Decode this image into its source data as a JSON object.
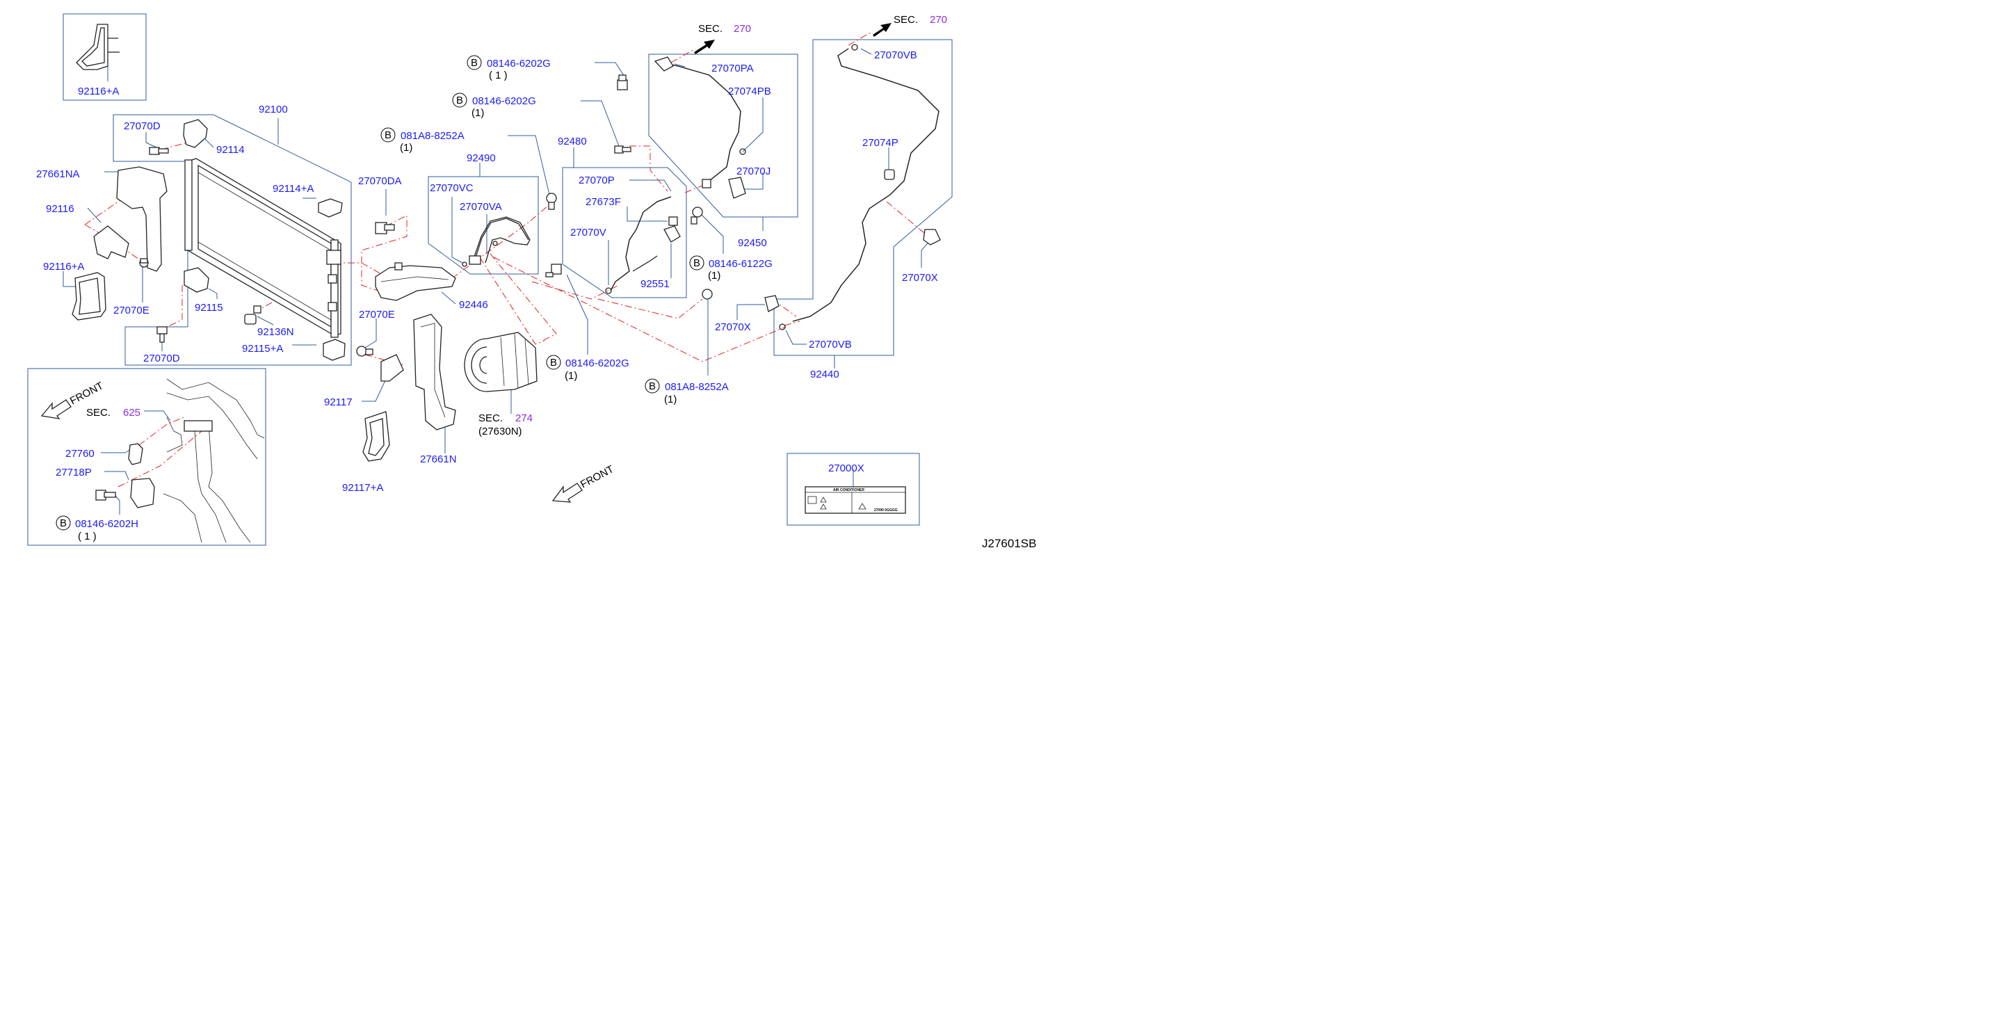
{
  "callouts": {
    "c92116a_top": "92116+A",
    "c92100": "92100",
    "c27070D_top": "27070D",
    "c92114": "92114",
    "c27661NA": "27661NA",
    "c92116": "92116",
    "c92114a": "92114+A",
    "c92116a": "92116+A",
    "c27070E_left": "27070E",
    "c92115": "92115",
    "c92136N": "92136N",
    "c92115a": "92115+A",
    "c27070D_bot": "27070D",
    "c27070DA": "27070DA",
    "c92490": "92490",
    "c27070VC": "27070VC",
    "c27070VA": "27070VA",
    "c92446": "92446",
    "c27070E_mid": "27070E",
    "c92117": "92117",
    "c92117a": "92117+A",
    "c27661N": "27661N",
    "c27630N": "(27630N)",
    "c92480": "92480",
    "c27070P": "27070P",
    "c27673F": "27673F",
    "c27070V": "27070V",
    "c92551": "92551",
    "c27070PA": "27070PA",
    "c27074PB": "27074PB",
    "c27070J": "27070J",
    "c92450": "92450",
    "c27070VB_top": "27070VB",
    "c27074P": "27074P",
    "c27070X_right": "27070X",
    "c27070X_mid": "27070X",
    "c27070VB_bot": "27070VB",
    "c92440": "92440",
    "c27000X": "27000X",
    "c27760": "27760",
    "c27718P": "27718P"
  },
  "bolts": {
    "b1": {
      "badge": "B",
      "part": "08146-6202G",
      "qty": "( 1 )"
    },
    "b2": {
      "badge": "B",
      "part": "08146-6202G",
      "qty": "(1)"
    },
    "b3": {
      "badge": "B",
      "part": "081A8-8252A",
      "qty": "(1)"
    },
    "b4": {
      "badge": "B",
      "part": "08146-6122G",
      "qty": "(1)"
    },
    "b5": {
      "badge": "B",
      "part": "08146-6202G",
      "qty": "(1)"
    },
    "b6": {
      "badge": "B",
      "part": "081A8-8252A",
      "qty": "(1)"
    },
    "b7": {
      "badge": "B",
      "part": "08146-6202H",
      "qty": "( 1 )"
    }
  },
  "sections": {
    "s1": {
      "prefix": "SEC.",
      "num": "270"
    },
    "s2": {
      "prefix": "SEC.",
      "num": "270"
    },
    "s3": {
      "prefix": "SEC.",
      "num": "274"
    },
    "s4": {
      "prefix": "SEC.",
      "num": "625"
    }
  },
  "front_labels": {
    "f1": "FRONT",
    "f2": "FRONT"
  },
  "label_card": {
    "title": "AIR CONDITIONER",
    "code": "27090 0GGGG"
  },
  "diagram_id": "J27601SB",
  "colors": {
    "callout": "#1a1aff",
    "section": "#8a2be2",
    "frame": "#2e5c9a",
    "centerline": "#e02020"
  }
}
